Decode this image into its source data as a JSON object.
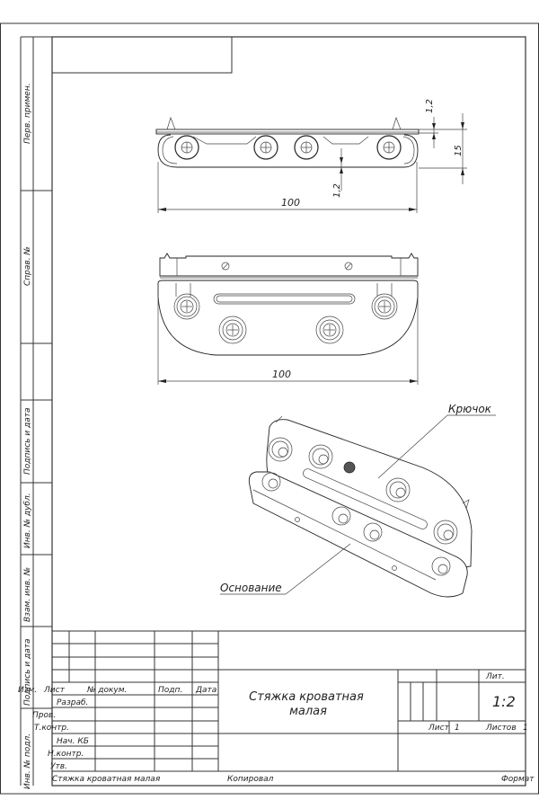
{
  "sheet": {
    "side_labels": [
      "Перв. примен.",
      "Справ. №",
      "Подпись и дата",
      "Инв. № дубл.",
      "Взам. инв. №",
      "Подпись и дата",
      "Инв. № подл."
    ]
  },
  "views": {
    "top": {
      "dim_length": "100",
      "dim_height": "15",
      "dim_top_gap": "1,2",
      "dim_bottom_gap": "1,2"
    },
    "front": {
      "dim_length": "100"
    },
    "iso": {
      "callout_hook": "Крючок",
      "callout_base": "Основание"
    }
  },
  "title_block": {
    "headers": [
      "Изм.",
      "Лист",
      "№ докум.",
      "Подп.",
      "Дата"
    ],
    "roles": [
      "Разраб.",
      "Пров.",
      "Т.контр.",
      "Нач. КБ",
      "Н.контр.",
      "Утв."
    ],
    "title_line1": "Стяжка кроватная",
    "title_line2": "малая",
    "lit_label": "Лит.",
    "scale": "1:2",
    "sheet_label": "Лист",
    "sheet_num": "1",
    "sheets_label": "Листов",
    "sheets_num": "1"
  },
  "footer": {
    "doc_name": "Стяжка кроватная малая",
    "copied": "Копировал",
    "format": "Формат"
  }
}
